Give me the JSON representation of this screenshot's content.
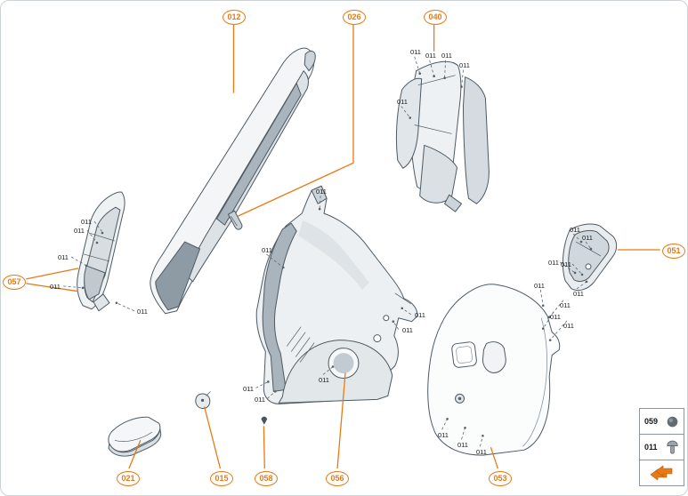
{
  "meta": {
    "title": "Body side panels exploded parts diagram"
  },
  "colors": {
    "accent": "#e87a16",
    "outline": "#4d5a64",
    "label_text": "#15181a"
  },
  "fastener_label": "011",
  "callouts": [
    {
      "id": "012",
      "label": "012"
    },
    {
      "id": "026",
      "label": "026"
    },
    {
      "id": "040",
      "label": "040"
    },
    {
      "id": "051",
      "label": "051"
    },
    {
      "id": "057",
      "label": "057"
    },
    {
      "id": "021",
      "label": "021"
    },
    {
      "id": "015",
      "label": "015"
    },
    {
      "id": "058",
      "label": "058"
    },
    {
      "id": "056",
      "label": "056"
    },
    {
      "id": "053",
      "label": "053"
    }
  ],
  "legend": {
    "items": [
      {
        "label": "059",
        "icon": "ball-stud-icon"
      },
      {
        "label": "011",
        "icon": "rivet-icon"
      },
      {
        "label": "",
        "icon": "assembly-direction-icon"
      }
    ]
  }
}
